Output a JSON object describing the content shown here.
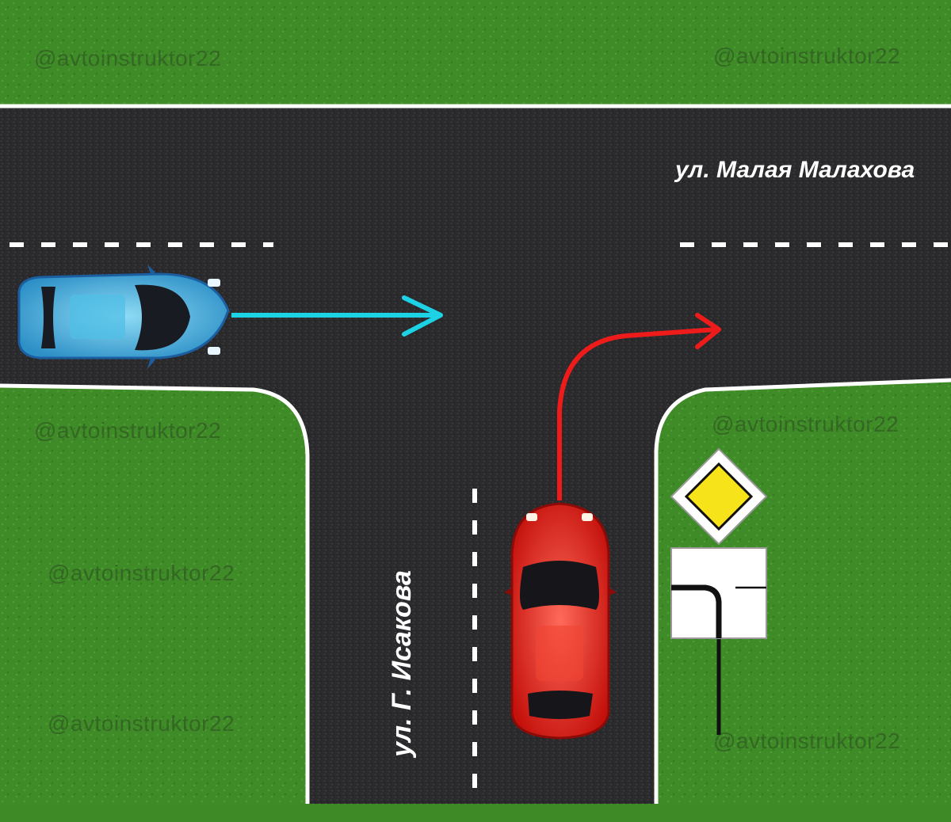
{
  "watermark": "@avtoinstruktor22",
  "streets": {
    "main_road": "ул. Малая Малахова",
    "side_road": "ул. Г. Исакова"
  },
  "vehicles": [
    {
      "name": "blue-car",
      "color": "#3fb3e0",
      "maneuver": "straight"
    },
    {
      "name": "red-car",
      "color": "#e8261e",
      "maneuver": "right-turn"
    }
  ],
  "signs": [
    {
      "name": "priority-road-sign",
      "color": "#f7e31a"
    },
    {
      "name": "main-road-direction-plate"
    }
  ],
  "colors": {
    "grass": "#3d8a26",
    "asphalt": "#2b2b2d",
    "blue_arrow": "#1ed2e6",
    "red_arrow": "#ee1b1b"
  }
}
